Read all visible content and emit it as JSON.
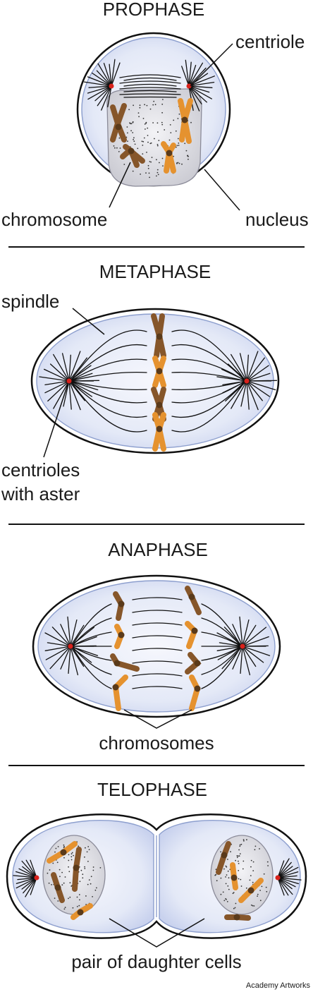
{
  "stages": [
    {
      "title": "PROPHASE",
      "labels": [
        "centriole",
        "chromosome",
        "nucleus"
      ]
    },
    {
      "title": "METAPHASE",
      "labels": [
        "spindle",
        "centrioles",
        "with aster"
      ]
    },
    {
      "title": "ANAPHASE",
      "labels": [
        "chromosomes"
      ]
    },
    {
      "title": "TELOPHASE",
      "labels": [
        "pair of daughter cells"
      ]
    }
  ],
  "credit": "Academy Artworks",
  "colors": {
    "cell_fill": "#dde3f4",
    "cell_edge": "#8d9fce",
    "chromosome_dark": "#86562a",
    "chromosome_light": "#e5922f",
    "centriole": "#d8221c"
  }
}
